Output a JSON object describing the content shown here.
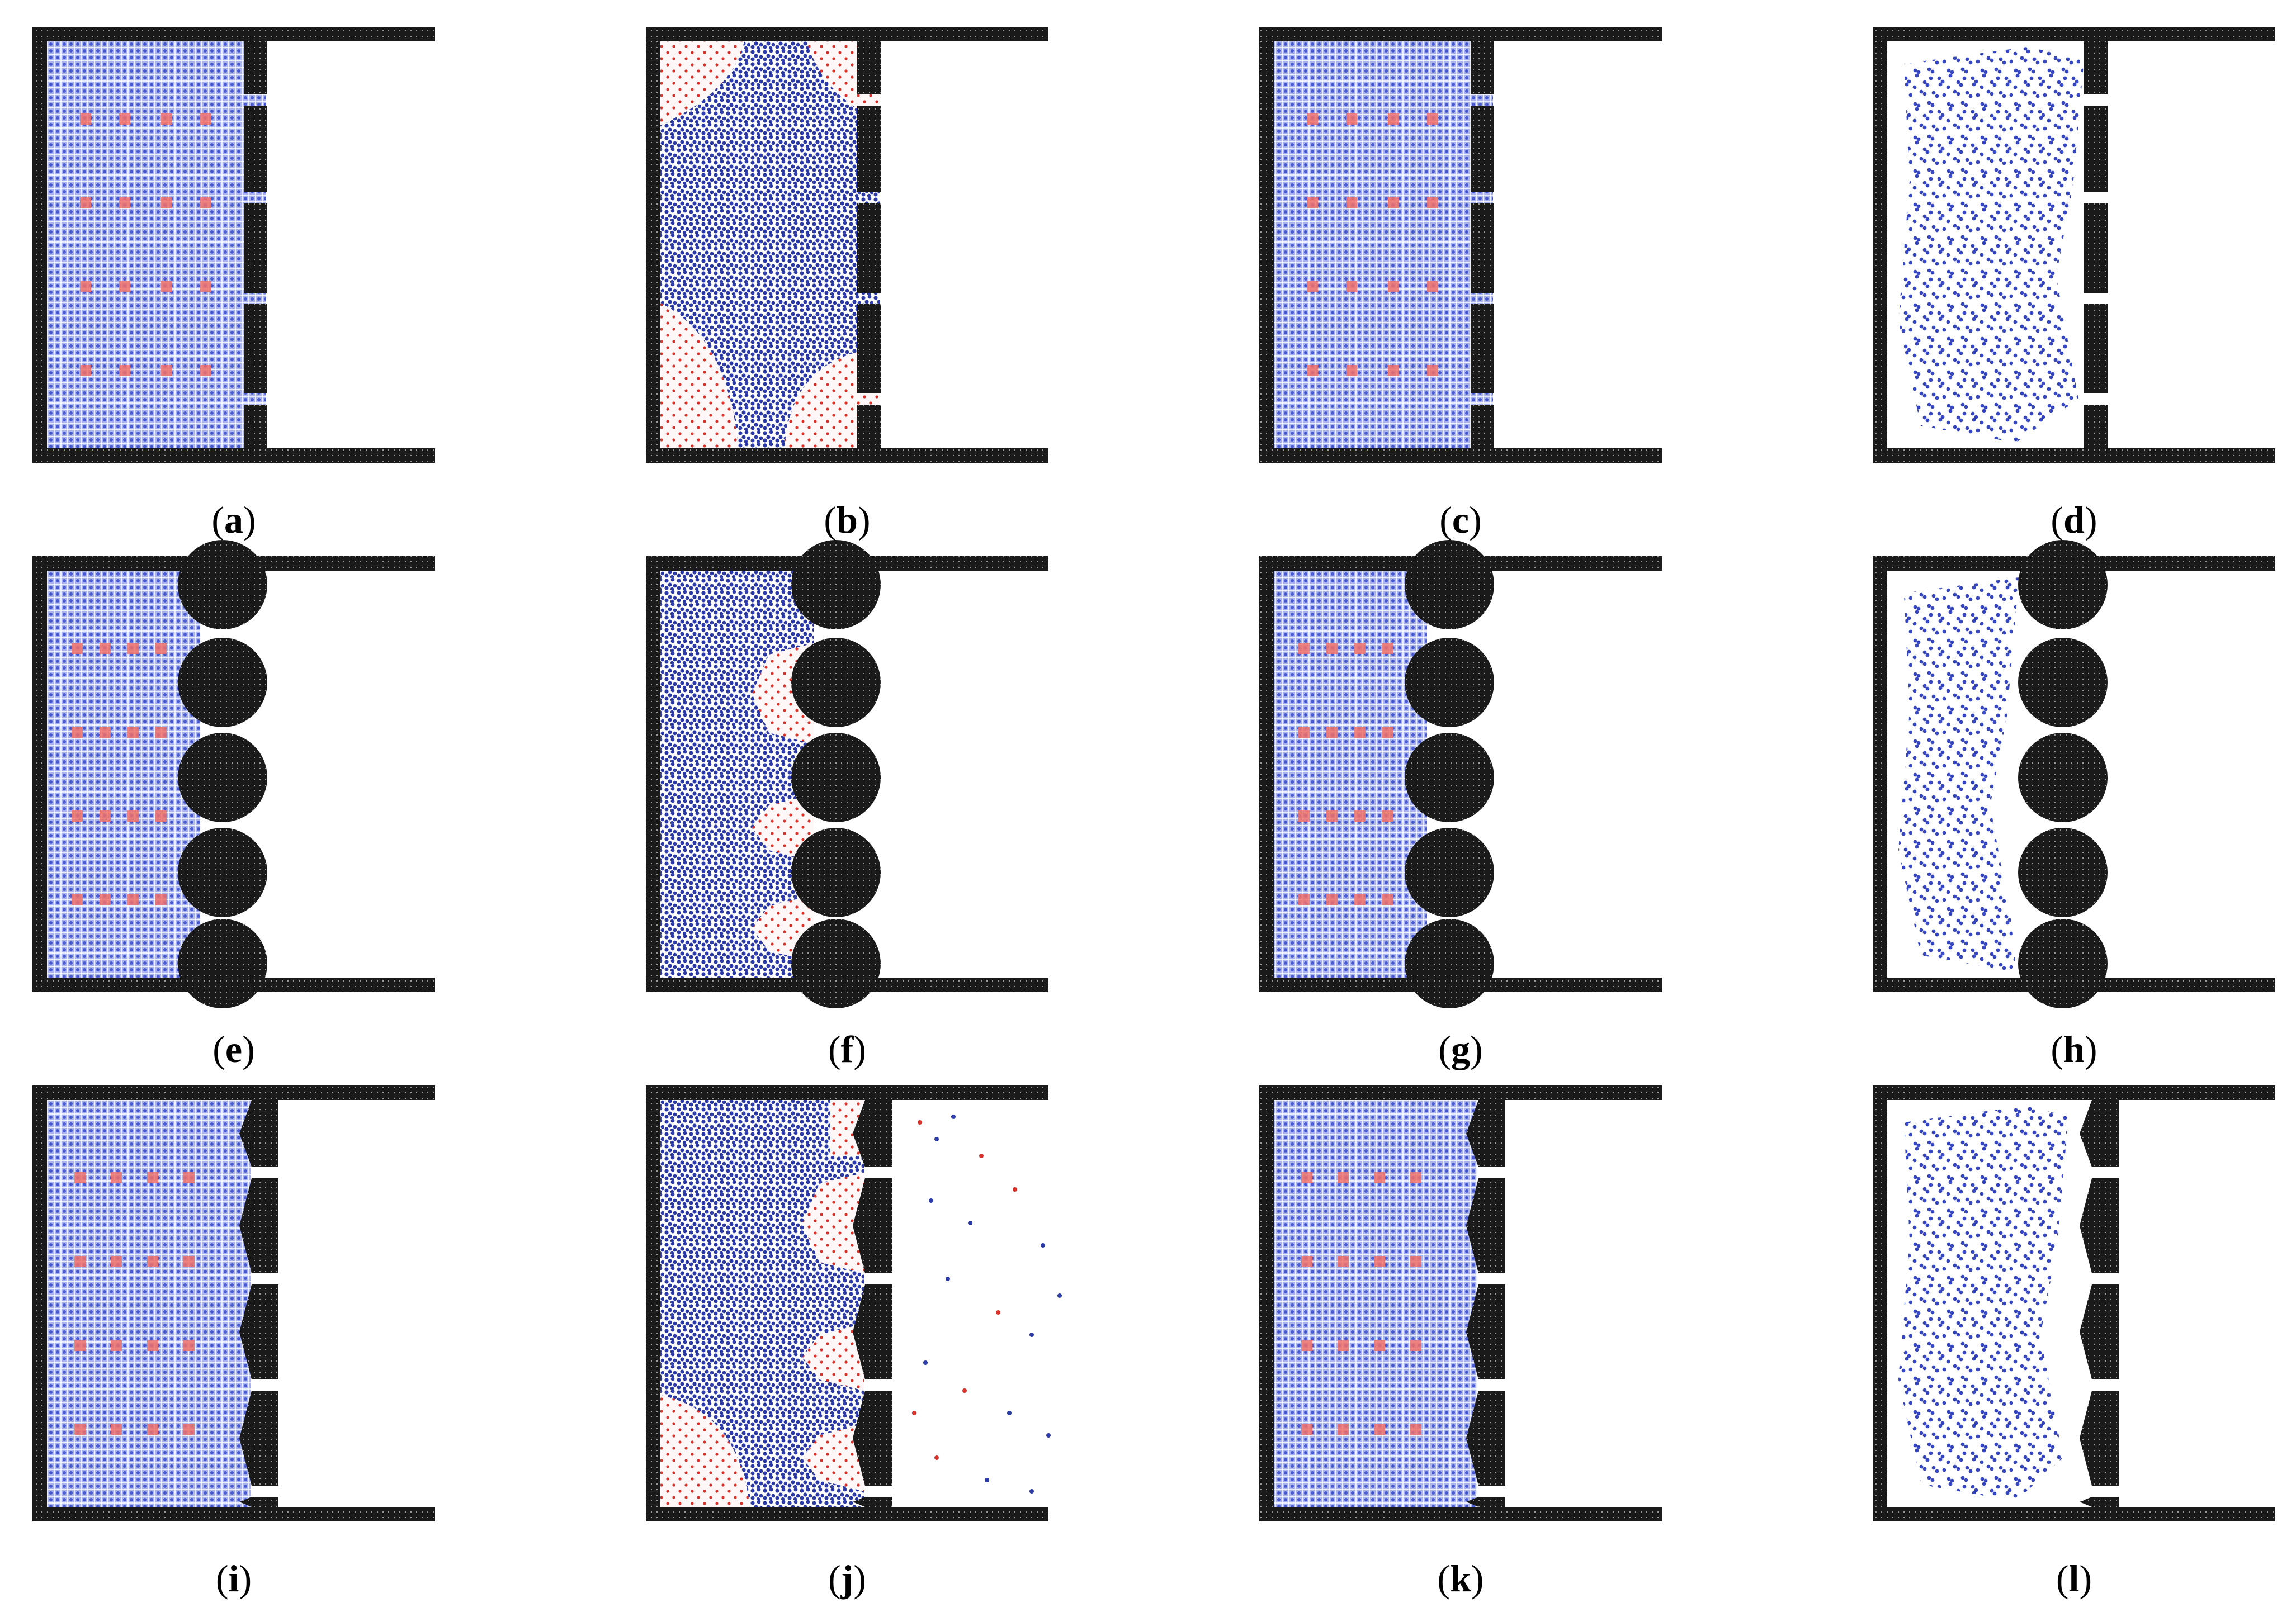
{
  "figure": {
    "panels": [
      {
        "letter": "a",
        "outlet": "slots",
        "fill": "blue-grid",
        "red_markers": true
      },
      {
        "letter": "b",
        "outlet": "slots",
        "fill": "dense-blue-with-red-corners",
        "red_markers": false
      },
      {
        "letter": "c",
        "outlet": "slots",
        "fill": "blue-grid",
        "red_markers": true
      },
      {
        "letter": "d",
        "outlet": "slots",
        "fill": "scattered-clusters",
        "red_markers": false
      },
      {
        "letter": "e",
        "outlet": "circles",
        "fill": "blue-grid",
        "red_markers": true
      },
      {
        "letter": "f",
        "outlet": "circles",
        "fill": "dense-blue-with-red-pockets",
        "red_markers": false
      },
      {
        "letter": "g",
        "outlet": "circles",
        "fill": "blue-grid",
        "red_markers": true
      },
      {
        "letter": "h",
        "outlet": "circles",
        "fill": "scattered-clusters",
        "red_markers": false
      },
      {
        "letter": "i",
        "outlet": "chevrons",
        "fill": "blue-grid",
        "red_markers": true
      },
      {
        "letter": "j",
        "outlet": "chevrons",
        "fill": "dense-blue-with-red-pockets",
        "red_markers": false
      },
      {
        "letter": "k",
        "outlet": "chevrons",
        "fill": "blue-grid",
        "red_markers": true
      },
      {
        "letter": "l",
        "outlet": "chevrons",
        "fill": "scattered-clusters",
        "red_markers": false
      }
    ],
    "colors": {
      "wall": "#1a1a1a",
      "fluid_blue": "#3a4bc8",
      "fluid_light": "#8c9ae6",
      "particle_red": "#e2372f",
      "background": "#ffffff"
    }
  }
}
